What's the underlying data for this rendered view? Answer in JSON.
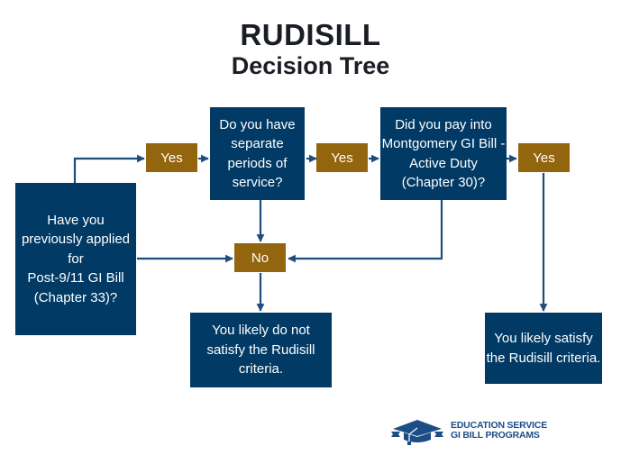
{
  "title": {
    "line1": "RUDISILL",
    "line2": "Decision Tree"
  },
  "nodes": {
    "q1": "Have you previously applied for Post-9/11 GI Bill (Chapter 33)?",
    "q1_lines": [
      "Have you",
      "previously applied",
      "for",
      "Post-9/11 GI Bill",
      "(Chapter 33)?"
    ],
    "q2_lines": [
      "Do you have",
      "separate",
      "periods of",
      "service?"
    ],
    "q3_lines": [
      "Did you pay into",
      "Montgomery GI Bill -",
      "Active Duty",
      "(Chapter 30)?"
    ],
    "result_no_lines": [
      "You likely do not",
      "satisfy the Rudisill",
      "criteria."
    ],
    "result_yes_lines": [
      "You likely satisfy",
      "the Rudisill criteria."
    ]
  },
  "labels": {
    "yes1": "Yes",
    "yes2": "Yes",
    "yes3": "Yes",
    "no": "No"
  },
  "colors": {
    "box": "#013a64",
    "label": "#94650f",
    "line": "#1d4d7a"
  },
  "logo": {
    "line1": "EDUCATION SERVICE",
    "line2": "GI BILL PROGRAMS",
    "icon": "graduation-cap-icon"
  }
}
